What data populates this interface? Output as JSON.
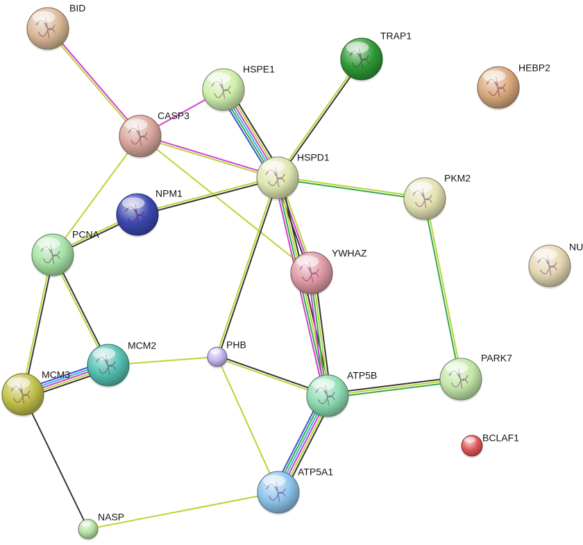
{
  "nodes": [
    {
      "id": "BID",
      "label": "BID",
      "color": "#d9b896",
      "structure": true
    },
    {
      "id": "TRAP1",
      "label": "TRAP1",
      "color": "#2f9a35",
      "structure": true
    },
    {
      "id": "HSPE1",
      "label": "HSPE1",
      "color": "#cfeeaa",
      "structure": true
    },
    {
      "id": "HEBP2",
      "label": "HEBP2",
      "color": "#d9a87c",
      "structure": true
    },
    {
      "id": "CASP3",
      "label": "CASP3",
      "color": "#d8a79b",
      "structure": true
    },
    {
      "id": "HSPD1",
      "label": "HSPD1",
      "color": "#dfe6b0",
      "structure": true
    },
    {
      "id": "PKM2",
      "label": "PKM2",
      "color": "#e2e2b2",
      "structure": true
    },
    {
      "id": "NPM1",
      "label": "NPM1",
      "color": "#3c48b0",
      "structure": true
    },
    {
      "id": "PCNA",
      "label": "PCNA",
      "color": "#a6e2a6",
      "structure": true
    },
    {
      "id": "YWHAZ",
      "label": "YWHAZ",
      "color": "#df9aa4",
      "structure": true
    },
    {
      "id": "NUDC",
      "label": "NUDC",
      "color": "#e5d8b4",
      "structure": true
    },
    {
      "id": "MCM2",
      "label": "MCM2",
      "color": "#54c0b2",
      "structure": true
    },
    {
      "id": "PHB",
      "label": "PHB",
      "color": "#c4b4ee",
      "structure": false
    },
    {
      "id": "PARK7",
      "label": "PARK7",
      "color": "#c2e6a8",
      "structure": true
    },
    {
      "id": "MCM3",
      "label": "MCM3",
      "color": "#c2c04a",
      "structure": true
    },
    {
      "id": "ATP5B",
      "label": "ATP5B",
      "color": "#8edcb4",
      "structure": true
    },
    {
      "id": "BCLAF1",
      "label": "BCLAF1",
      "color": "#e05656",
      "structure": false
    },
    {
      "id": "ATP5A1",
      "label": "ATP5A1",
      "color": "#8ec4ec",
      "structure": true
    },
    {
      "id": "NASP",
      "label": "NASP",
      "color": "#b4e2a2",
      "structure": false
    }
  ],
  "edges": [
    {
      "from": "BID",
      "to": "CASP3",
      "evidence": [
        "magenta",
        "yellowgreen"
      ]
    },
    {
      "from": "CASP3",
      "to": "HSPE1",
      "evidence": [
        "magenta"
      ]
    },
    {
      "from": "CASP3",
      "to": "HSPD1",
      "evidence": [
        "magenta",
        "yellowgreen"
      ]
    },
    {
      "from": "CASP3",
      "to": "PCNA",
      "evidence": [
        "yellowgreen"
      ]
    },
    {
      "from": "CASP3",
      "to": "YWHAZ",
      "evidence": [
        "yellowgreen"
      ]
    },
    {
      "from": "TRAP1",
      "to": "HSPD1",
      "evidence": [
        "black",
        "yellowgreen"
      ]
    },
    {
      "from": "HSPE1",
      "to": "HSPD1",
      "evidence": [
        "black",
        "yellowgreen",
        "magenta",
        "cyan",
        "green",
        "blue"
      ]
    },
    {
      "from": "HSPD1",
      "to": "PKM2",
      "evidence": [
        "yellowgreen",
        "green"
      ]
    },
    {
      "from": "HSPD1",
      "to": "NPM1",
      "evidence": [
        "black",
        "yellowgreen"
      ]
    },
    {
      "from": "HSPD1",
      "to": "YWHAZ",
      "evidence": [
        "yellowgreen",
        "magenta",
        "black"
      ]
    },
    {
      "from": "HSPD1",
      "to": "ATP5B",
      "evidence": [
        "black",
        "yellowgreen",
        "green",
        "magenta"
      ]
    },
    {
      "from": "HSPD1",
      "to": "PHB",
      "evidence": [
        "black",
        "yellowgreen"
      ]
    },
    {
      "from": "NPM1",
      "to": "PCNA",
      "evidence": [
        "black",
        "yellowgreen"
      ]
    },
    {
      "from": "PKM2",
      "to": "PARK7",
      "evidence": [
        "yellowgreen",
        "green"
      ]
    },
    {
      "from": "YWHAZ",
      "to": "ATP5B",
      "evidence": [
        "black",
        "yellowgreen",
        "green",
        "magenta"
      ]
    },
    {
      "from": "PCNA",
      "to": "MCM2",
      "evidence": [
        "black",
        "yellowgreen"
      ]
    },
    {
      "from": "PCNA",
      "to": "MCM3",
      "evidence": [
        "black",
        "yellowgreen"
      ]
    },
    {
      "from": "MCM2",
      "to": "MCM3",
      "evidence": [
        "black",
        "yellowgreen",
        "magenta",
        "cyan",
        "blue"
      ]
    },
    {
      "from": "MCM2",
      "to": "PHB",
      "evidence": [
        "yellowgreen"
      ]
    },
    {
      "from": "PHB",
      "to": "ATP5B",
      "evidence": [
        "black",
        "yellowgreen"
      ]
    },
    {
      "from": "PHB",
      "to": "ATP5A1",
      "evidence": [
        "yellowgreen"
      ]
    },
    {
      "from": "ATP5B",
      "to": "PARK7",
      "evidence": [
        "black",
        "yellowgreen",
        "green"
      ]
    },
    {
      "from": "ATP5B",
      "to": "ATP5A1",
      "evidence": [
        "black",
        "yellowgreen",
        "magenta",
        "cyan",
        "green",
        "blue"
      ]
    },
    {
      "from": "MCM3",
      "to": "NASP",
      "evidence": [
        "black"
      ]
    },
    {
      "from": "NASP",
      "to": "ATP5A1",
      "evidence": [
        "yellowgreen"
      ]
    }
  ],
  "evidence_colors": {
    "black": "#333333",
    "yellowgreen": "#b8d432",
    "magenta": "#d23bd2",
    "cyan": "#35b3d6",
    "green": "#2fa84a",
    "blue": "#3a4fd0"
  }
}
